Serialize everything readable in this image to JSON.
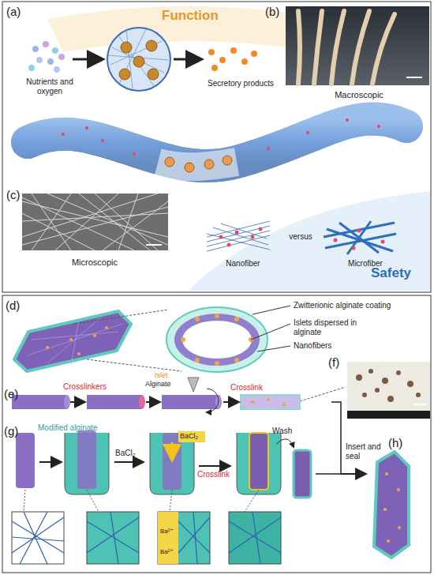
{
  "diagram": {
    "nodes": [
      {
        "text": [
          "Function"
        ]
      },
      {
        "text": [
          "Safety"
        ]
      }
    ],
    "labels": [
      "(a)",
      "Nutrients and oxygen",
      "Secretory products",
      "(b)",
      "Macroscopic",
      "(c)",
      "Microscopic",
      "Nanofiber",
      "versus",
      "Microfiber",
      "(d)",
      "Zwitterionic alginate coating",
      "Islets dispersed in alginate",
      "Nanofibers",
      "(f)",
      "(e)",
      "Crosslinkers",
      "Islet",
      "Alginate",
      "Crosslink",
      "(g)",
      "Modified alginate",
      "BaCl₂",
      "BaCl₂",
      "Ba²⁺",
      "Ba²⁺",
      "Crosslink",
      "Wash",
      "Insert and seal",
      "(h)"
    ]
  }
}
